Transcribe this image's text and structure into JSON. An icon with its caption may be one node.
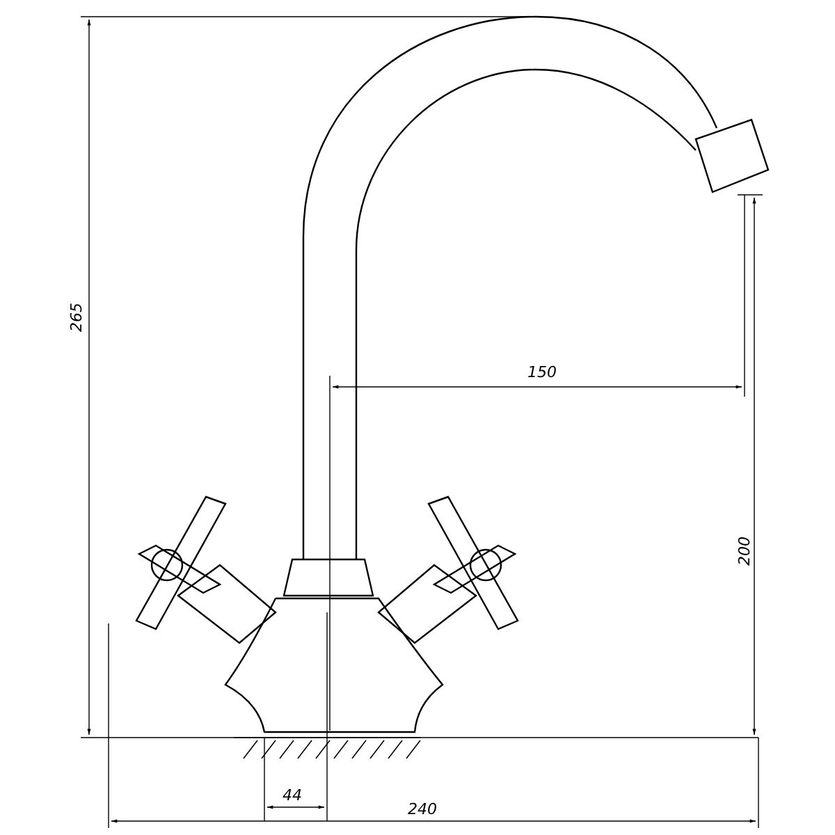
{
  "diagram": {
    "labels": [
      "265",
      "150",
      "200",
      "44",
      "240"
    ]
  }
}
